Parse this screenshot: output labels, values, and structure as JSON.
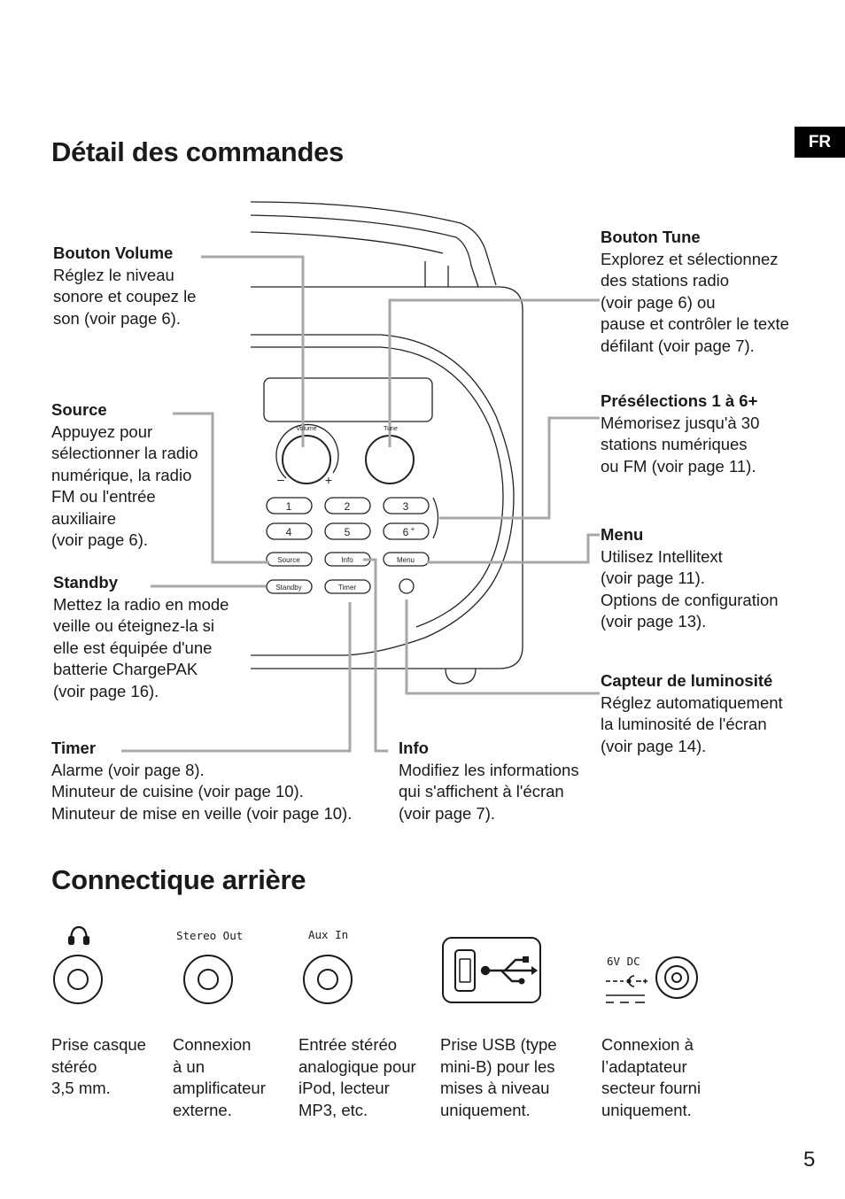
{
  "lang_tab": "FR",
  "page_number": "5",
  "section1": {
    "title": "Détail des commandes",
    "callouts": {
      "volume": {
        "title": "Bouton Volume",
        "text": "Réglez le niveau\nsonore et coupez le\nson (voir page 6)."
      },
      "source": {
        "title": "Source",
        "text": "Appuyez pour\nsélectionner la radio\nnumérique, la radio\nFM ou l'entrée\nauxiliaire\n(voir page 6)."
      },
      "standby": {
        "title": "Standby",
        "text": "Mettez la radio en mode\nveille ou éteignez-la si\nelle est équipée d'une\nbatterie ChargePAK\n(voir page 16)."
      },
      "timer": {
        "title": "Timer",
        "text": "Alarme (voir page 8).\nMinuteur de cuisine (voir page 10).\nMinuteur de mise en veille (voir page 10)."
      },
      "info": {
        "title": "Info",
        "text": "Modifiez les informations\nqui s'affichent à l'écran\n(voir page 7)."
      },
      "tune": {
        "title": "Bouton Tune",
        "text": "Explorez et sélectionnez\ndes stations radio\n(voir page 6) ou\npause et contrôler le texte\ndéfilant  (voir page 7)."
      },
      "presets": {
        "title": "Présélections 1 à 6+",
        "text": "Mémorisez jusqu'à 30\nstations numériques\nou FM (voir page 11)."
      },
      "menu": {
        "title": "Menu",
        "text": "Utilisez Intellitext\n(voir page 11).\nOptions de configuration\n(voir page 13)."
      },
      "light_sensor": {
        "title": "Capteur de luminosité",
        "text": "Réglez automatiquement\nla luminosité de l'écran\n(voir page 14)."
      }
    },
    "radio": {
      "knob_labels": {
        "volume": "Volume",
        "tune": "Tune",
        "minus": "–",
        "plus": "+"
      },
      "presets": [
        "1",
        "2",
        "3",
        "4",
        "5",
        "6"
      ],
      "preset_plus": "+",
      "buttons": {
        "source": "Source",
        "info": "Info",
        "menu": "Menu",
        "standby": "Standby",
        "timer": "Timer"
      }
    }
  },
  "section2": {
    "title": "Connectique arrière",
    "connectors": {
      "headphone": {
        "label_icon": "headphones-icon",
        "text": "Prise casque\nstéréo\n3,5 mm."
      },
      "stereo_out": {
        "label": "Stereo Out",
        "text": "Connexion\nà un\namplificateur\nexterne."
      },
      "aux_in": {
        "label": "Aux In",
        "text": "Entrée stéréo\nanalogique pour\niPod, lecteur\nMP3, etc."
      },
      "usb": {
        "label_icon": "usb-icon",
        "text": "Prise USB (type\nmini-B) pour les\nmises à niveau\nuniquement."
      },
      "dc": {
        "label": "6V DC",
        "text": "Connexion à\nl’adaptateur\nsecteur fourni\nuniquement."
      }
    }
  }
}
